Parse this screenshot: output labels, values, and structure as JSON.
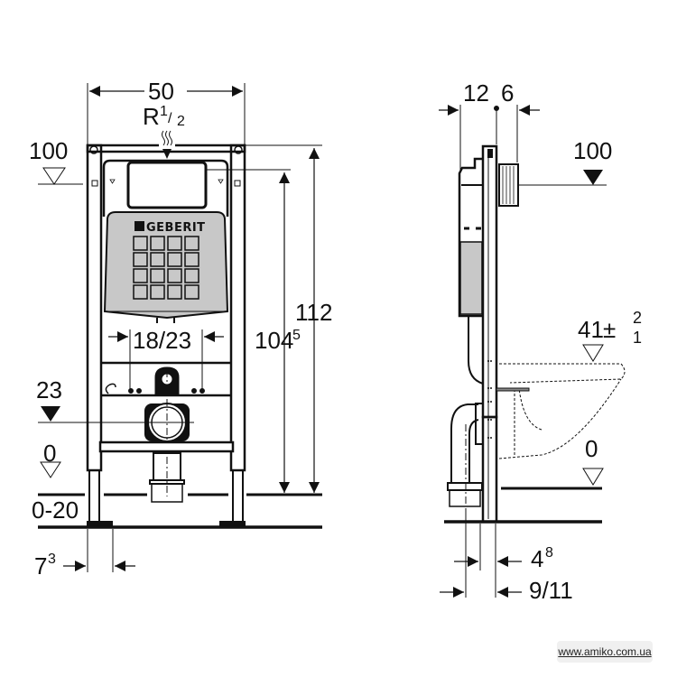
{
  "front_view": {
    "width": "50",
    "thread_main": "R",
    "thread_frac_num": "1",
    "thread_frac_den": "2",
    "level_top": "100",
    "height_total": "112",
    "height_frame_main": "104",
    "height_frame_sup": "5",
    "spacing": "18/23",
    "level_drain": "23",
    "level_floor": "0",
    "floor_range": "0-20",
    "foot_main": "7",
    "foot_sup": "3",
    "brand": "GEBERIT"
  },
  "side_view": {
    "depth_a": "12",
    "depth_b": "6",
    "level_top": "100",
    "level_seat": "41",
    "tol_plus": "2",
    "tol_minus": "1",
    "level_floor": "0",
    "offset_main": "4",
    "offset_sup": "8",
    "wall_depth": "9/11"
  },
  "watermark": "www.amiko.com.ua",
  "colors": {
    "line": "#111111",
    "panel": "#c8c8c8",
    "background": "#ffffff"
  }
}
